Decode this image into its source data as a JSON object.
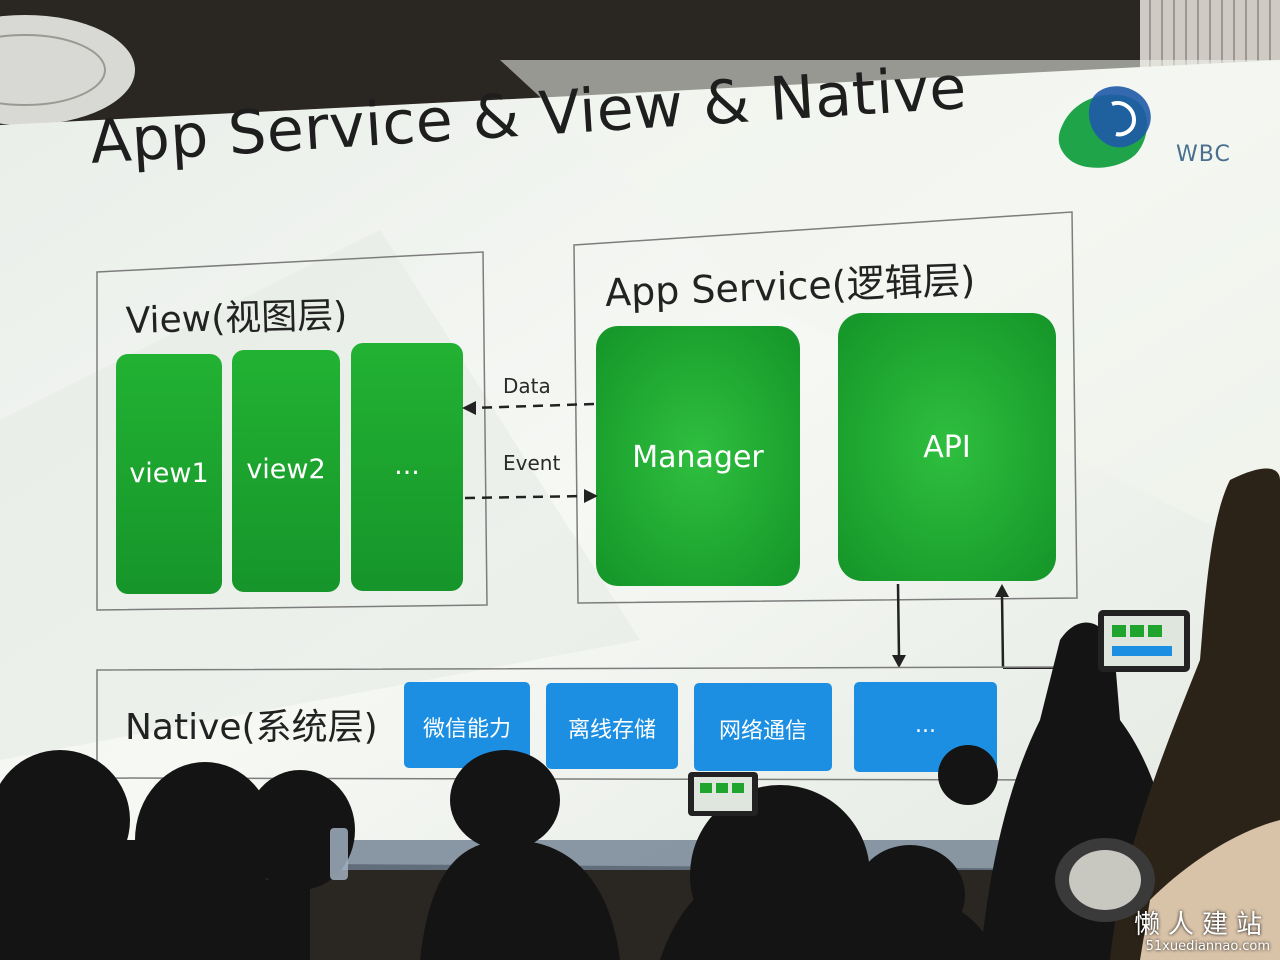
{
  "slide": {
    "title": "App Service & View & Native",
    "view_layer": {
      "heading": "View(视图层)",
      "boxes": [
        "view1",
        "view2",
        "..."
      ]
    },
    "app_service_layer": {
      "heading": "App Service(逻辑层)",
      "boxes": [
        "Manager",
        "API"
      ]
    },
    "arrows": {
      "data": "Data",
      "event": "Event"
    },
    "native_layer": {
      "heading": "Native(系统层)",
      "capabilities": [
        "微信能力",
        "离线存储",
        "网络通信",
        "..."
      ]
    },
    "logo_text": "WBC"
  },
  "watermark": {
    "site_name": "懒人建站",
    "url": "51xuediannao.com"
  },
  "colors": {
    "green_box": "#1fa52e",
    "blue_box": "#1d8fe2",
    "slide_bg": "#eef2ee",
    "dark_audience": "#141414"
  }
}
